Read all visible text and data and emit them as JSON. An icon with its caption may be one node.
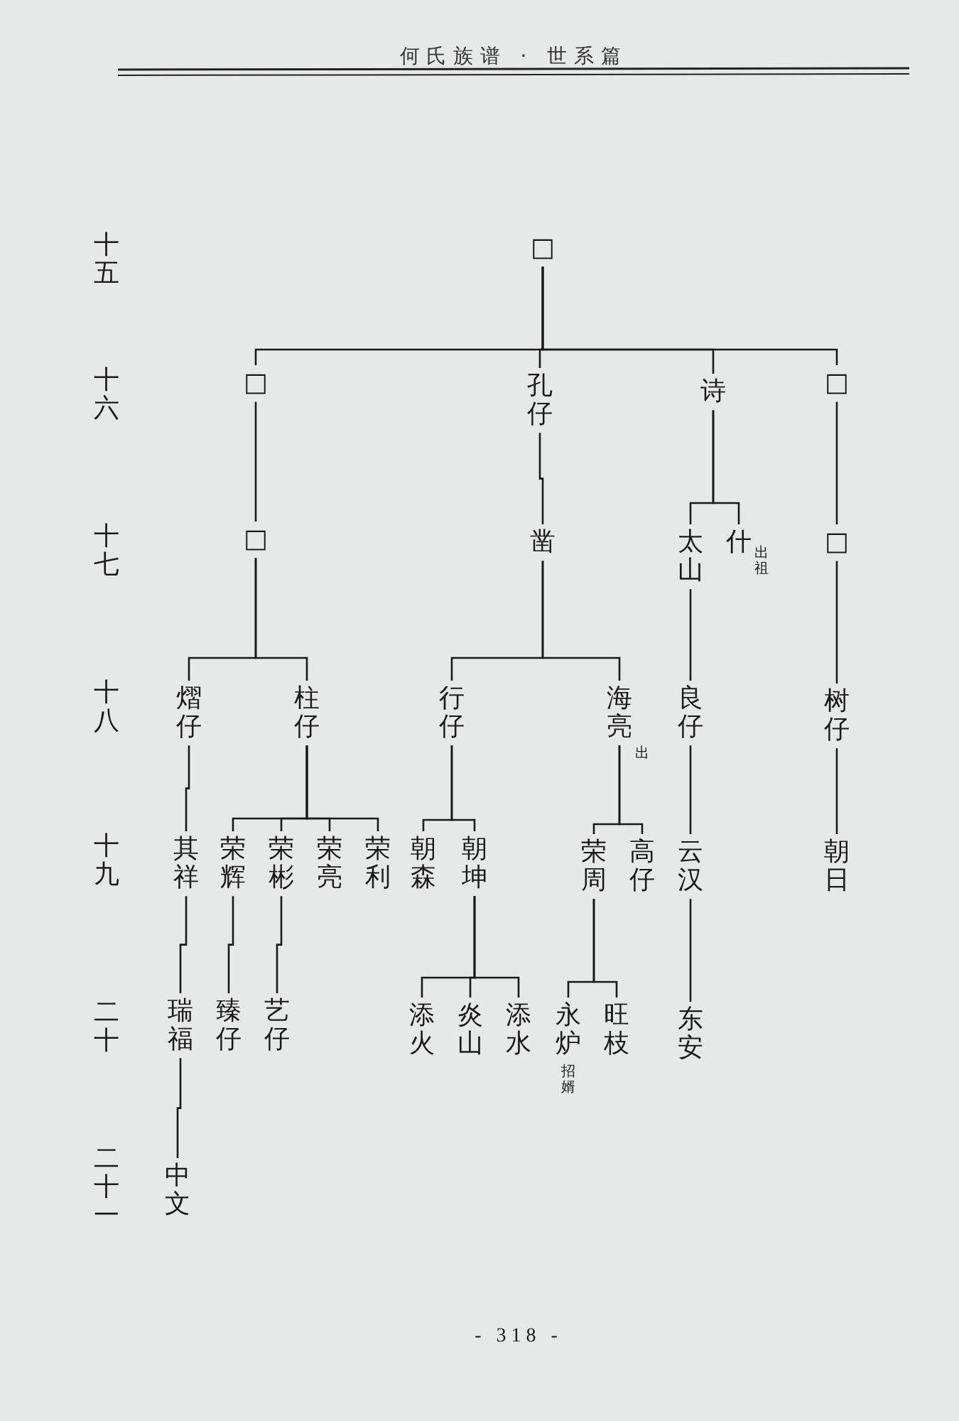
{
  "diagram": {
    "title": "何氏族谱 · 世系篇",
    "nodes": [
      {
        "text": [
          "□"
        ]
      },
      {
        "text": [
          "□"
        ]
      },
      {
        "text": [
          "孔仔"
        ]
      },
      {
        "text": [
          "诗"
        ]
      },
      {
        "text": [
          "□"
        ]
      },
      {
        "text": [
          "□"
        ]
      },
      {
        "text": [
          "凿"
        ]
      },
      {
        "text": [
          "太山"
        ]
      },
      {
        "text": [
          "什"
        ],
        "beside": [
          "出祖"
        ]
      },
      {
        "text": [
          "□"
        ]
      },
      {
        "text": [
          "熠仔"
        ]
      },
      {
        "text": [
          "柱仔"
        ]
      },
      {
        "text": [
          "行仔"
        ]
      },
      {
        "text": [
          "海亮"
        ],
        "beside": [
          "出"
        ]
      },
      {
        "text": [
          "良仔"
        ]
      },
      {
        "text": [
          "树仔"
        ]
      },
      {
        "text": [
          "其祥"
        ]
      },
      {
        "text": [
          "荣辉"
        ]
      },
      {
        "text": [
          "荣彬"
        ]
      },
      {
        "text": [
          "荣亮"
        ]
      },
      {
        "text": [
          "荣利"
        ]
      },
      {
        "text": [
          "朝森"
        ]
      },
      {
        "text": [
          "朝坤"
        ]
      },
      {
        "text": [
          "荣周"
        ]
      },
      {
        "text": [
          "高仔"
        ]
      },
      {
        "text": [
          "云汉"
        ]
      },
      {
        "text": [
          "朝日"
        ]
      },
      {
        "text": [
          "瑞福"
        ]
      },
      {
        "text": [
          "臻仔"
        ]
      },
      {
        "text": [
          "艺仔"
        ]
      },
      {
        "text": [
          "添火"
        ]
      },
      {
        "text": [
          "炎山"
        ]
      },
      {
        "text": [
          "添水"
        ]
      },
      {
        "text": [
          "永炉"
        ],
        "beside": [
          "招婿"
        ]
      },
      {
        "text": [
          "旺枝"
        ]
      },
      {
        "text": [
          "东安"
        ]
      },
      {
        "text": [
          "中文"
        ]
      }
    ],
    "edges": [
      {
        "from": 0,
        "to": 1,
        "arrow": "none"
      },
      {
        "from": 0,
        "to": 2,
        "arrow": "none"
      },
      {
        "from": 0,
        "to": 3,
        "arrow": "none"
      },
      {
        "from": 0,
        "to": 4,
        "arrow": "none"
      },
      {
        "from": 1,
        "to": 5,
        "arrow": "none"
      },
      {
        "from": 2,
        "to": 6,
        "arrow": "none"
      },
      {
        "from": 3,
        "to": 7,
        "arrow": "none"
      },
      {
        "from": 3,
        "to": 8,
        "arrow": "none"
      },
      {
        "from": 4,
        "to": 9,
        "arrow": "none"
      },
      {
        "from": 5,
        "to": 10,
        "arrow": "none"
      },
      {
        "from": 5,
        "to": 11,
        "arrow": "none"
      },
      {
        "from": 6,
        "to": 12,
        "arrow": "none"
      },
      {
        "from": 6,
        "to": 13,
        "arrow": "none"
      },
      {
        "from": 7,
        "to": 14,
        "arrow": "none"
      },
      {
        "from": 9,
        "to": 15,
        "arrow": "none"
      },
      {
        "from": 10,
        "to": 16,
        "arrow": "none"
      },
      {
        "from": 11,
        "to": 17,
        "arrow": "none"
      },
      {
        "from": 11,
        "to": 18,
        "arrow": "none"
      },
      {
        "from": 11,
        "to": 19,
        "arrow": "none"
      },
      {
        "from": 11,
        "to": 20,
        "arrow": "none"
      },
      {
        "from": 12,
        "to": 21,
        "arrow": "none"
      },
      {
        "from": 12,
        "to": 22,
        "arrow": "none"
      },
      {
        "from": 13,
        "to": 23,
        "arrow": "none"
      },
      {
        "from": 13,
        "to": 24,
        "arrow": "none"
      },
      {
        "from": 14,
        "to": 25,
        "arrow": "none"
      },
      {
        "from": 15,
        "to": 26,
        "arrow": "none"
      },
      {
        "from": 16,
        "to": 27,
        "arrow": "none"
      },
      {
        "from": 17,
        "to": 28,
        "arrow": "none"
      },
      {
        "from": 18,
        "to": 29,
        "arrow": "none"
      },
      {
        "from": 22,
        "to": 30,
        "arrow": "none"
      },
      {
        "from": 22,
        "to": 31,
        "arrow": "none"
      },
      {
        "from": 22,
        "to": 32,
        "arrow": "none"
      },
      {
        "from": 23,
        "to": 33,
        "arrow": "none"
      },
      {
        "from": 23,
        "to": 34,
        "arrow": "none"
      },
      {
        "from": 25,
        "to": 35,
        "arrow": "none"
      },
      {
        "from": 27,
        "to": 36,
        "arrow": "none"
      }
    ],
    "labels": [
      "十五",
      "十六",
      "十七",
      "十八",
      "十九",
      "二十",
      "二十一",
      "- 318 -"
    ]
  }
}
